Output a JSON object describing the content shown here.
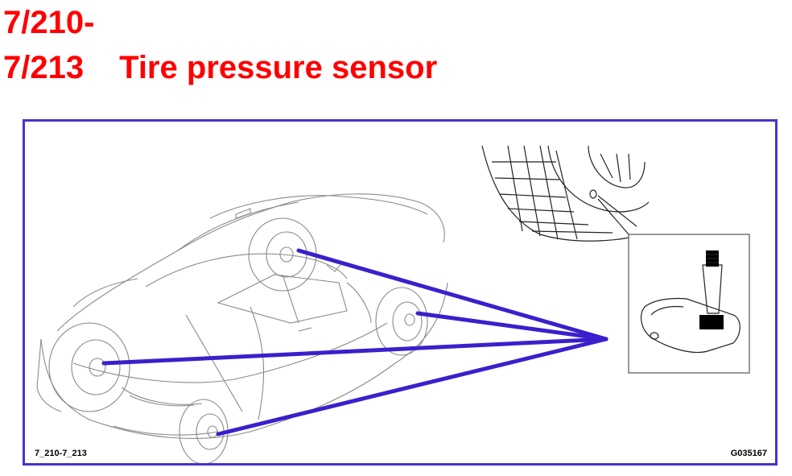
{
  "title": {
    "line1": "7/210-",
    "line2_code": "7/213",
    "line2_text": "Tire pressure sensor"
  },
  "figure": {
    "code_left": "7_210-7_213",
    "code_right": "G035167"
  },
  "colors": {
    "title": "#ff0000",
    "frame_border": "#4a33cc",
    "leader_lines": "#3a20cc"
  },
  "icons": {
    "car": "car-illustration",
    "tire": "tire-detail-illustration",
    "sensor": "tire-pressure-sensor-illustration"
  }
}
